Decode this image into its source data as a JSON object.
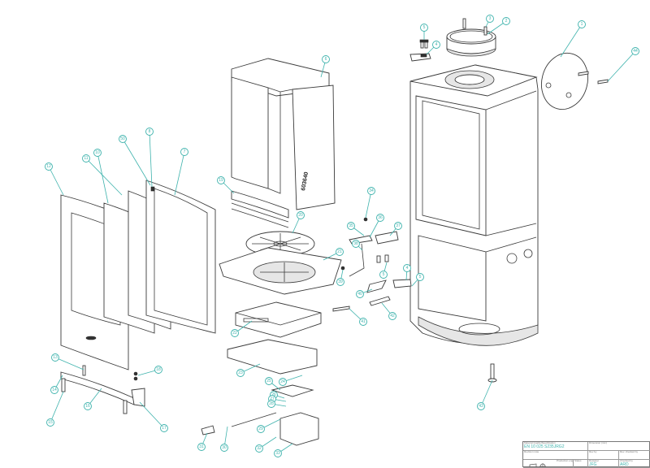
{
  "drawing": {
    "type": "exploded-assembly",
    "part_stamps": [
      "603640"
    ],
    "leader_color": "#3fb3ad",
    "callouts": [
      {
        "id": "c1",
        "label": "1"
      },
      {
        "id": "c2",
        "label": "2"
      },
      {
        "id": "c3",
        "label": "3"
      },
      {
        "id": "c4a",
        "label": "4"
      },
      {
        "id": "c5a",
        "label": "5"
      },
      {
        "id": "c44",
        "label": "44"
      },
      {
        "id": "c6",
        "label": "6"
      },
      {
        "id": "c7",
        "label": "7"
      },
      {
        "id": "c8",
        "label": "8"
      },
      {
        "id": "c50",
        "label": "50"
      },
      {
        "id": "c10",
        "label": "10"
      },
      {
        "id": "c11",
        "label": "11"
      },
      {
        "id": "c12",
        "label": "12"
      },
      {
        "id": "c19",
        "label": "19"
      },
      {
        "id": "c20",
        "label": "20"
      },
      {
        "id": "c21",
        "label": "21"
      },
      {
        "id": "c22",
        "label": "22"
      },
      {
        "id": "c23",
        "label": "23"
      },
      {
        "id": "c24",
        "label": "24"
      },
      {
        "id": "c34",
        "label": "34"
      },
      {
        "id": "c35",
        "label": "35"
      },
      {
        "id": "c36",
        "label": "36"
      },
      {
        "id": "c37",
        "label": "37"
      },
      {
        "id": "c38",
        "label": "38"
      },
      {
        "id": "c5b",
        "label": "5"
      },
      {
        "id": "c4b",
        "label": "4"
      },
      {
        "id": "c5c",
        "label": "5"
      },
      {
        "id": "c39",
        "label": "39"
      },
      {
        "id": "c40",
        "label": "40"
      },
      {
        "id": "c41",
        "label": "41"
      },
      {
        "id": "c42",
        "label": "42"
      },
      {
        "id": "c43",
        "label": "43"
      },
      {
        "id": "c13",
        "label": "13"
      },
      {
        "id": "c14",
        "label": "14"
      },
      {
        "id": "c15",
        "label": "15"
      },
      {
        "id": "c16",
        "label": "16"
      },
      {
        "id": "c17",
        "label": "17"
      },
      {
        "id": "c18",
        "label": "18"
      },
      {
        "id": "c25",
        "label": "25"
      },
      {
        "id": "c26",
        "label": "26"
      },
      {
        "id": "c27",
        "label": "27"
      },
      {
        "id": "c28",
        "label": "28"
      },
      {
        "id": "c29",
        "label": "29"
      },
      {
        "id": "c30",
        "label": "30"
      },
      {
        "id": "c31",
        "label": "31"
      },
      {
        "id": "c32",
        "label": "32"
      },
      {
        "id": "c33",
        "label": "33"
      }
    ]
  },
  "title_block": {
    "material_label": "Material Quality/Specification",
    "material_value": "EN 10 025 S235JRG2",
    "revision_label": "Revision note",
    "dimension_label": "Dimension (mm)",
    "rev_by_label": "Rev by",
    "rev_checked_label": "Rev. checked by",
    "production_label": "Production eng.",
    "status_label": "Status",
    "designer_label": "Designer",
    "designer_value": "JFG",
    "checked_label": "Checked by",
    "checked_value": "ARD",
    "brand_color": "#c8202a"
  }
}
